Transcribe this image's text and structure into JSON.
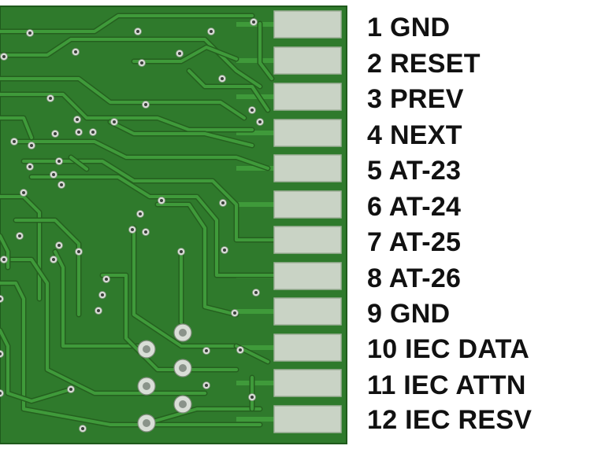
{
  "board": {
    "colors": {
      "solder_mask": "#2f7a2c",
      "trace": "#3f9a3a",
      "trace_edge": "#25601f",
      "pad": "#c9d3c5",
      "via_ring": "#d9ded7",
      "via_hole": "#3a3f3a",
      "board_edge": "#1f5a1c"
    }
  },
  "pins": [
    {
      "number": "1",
      "name": "GND",
      "label": "1 GND"
    },
    {
      "number": "2",
      "name": "RESET",
      "label": "2 RESET"
    },
    {
      "number": "3",
      "name": "PREV",
      "label": "3 PREV"
    },
    {
      "number": "4",
      "name": "NEXT",
      "label": "4 NEXT"
    },
    {
      "number": "5",
      "name": "AT-23",
      "label": "5 AT-23"
    },
    {
      "number": "6",
      "name": "AT-24",
      "label": "6 AT-24"
    },
    {
      "number": "7",
      "name": "AT-25",
      "label": "7 AT-25"
    },
    {
      "number": "8",
      "name": "AT-26",
      "label": "8 AT-26"
    },
    {
      "number": "9",
      "name": "GND",
      "label": "9 GND"
    },
    {
      "number": "10",
      "name": "IEC DATA",
      "label": "10 IEC DATA"
    },
    {
      "number": "11",
      "name": "IEC ATTN",
      "label": "11 IEC ATTN"
    },
    {
      "number": "12",
      "name": "IEC RESV",
      "label": "12 IEC RESV"
    }
  ]
}
